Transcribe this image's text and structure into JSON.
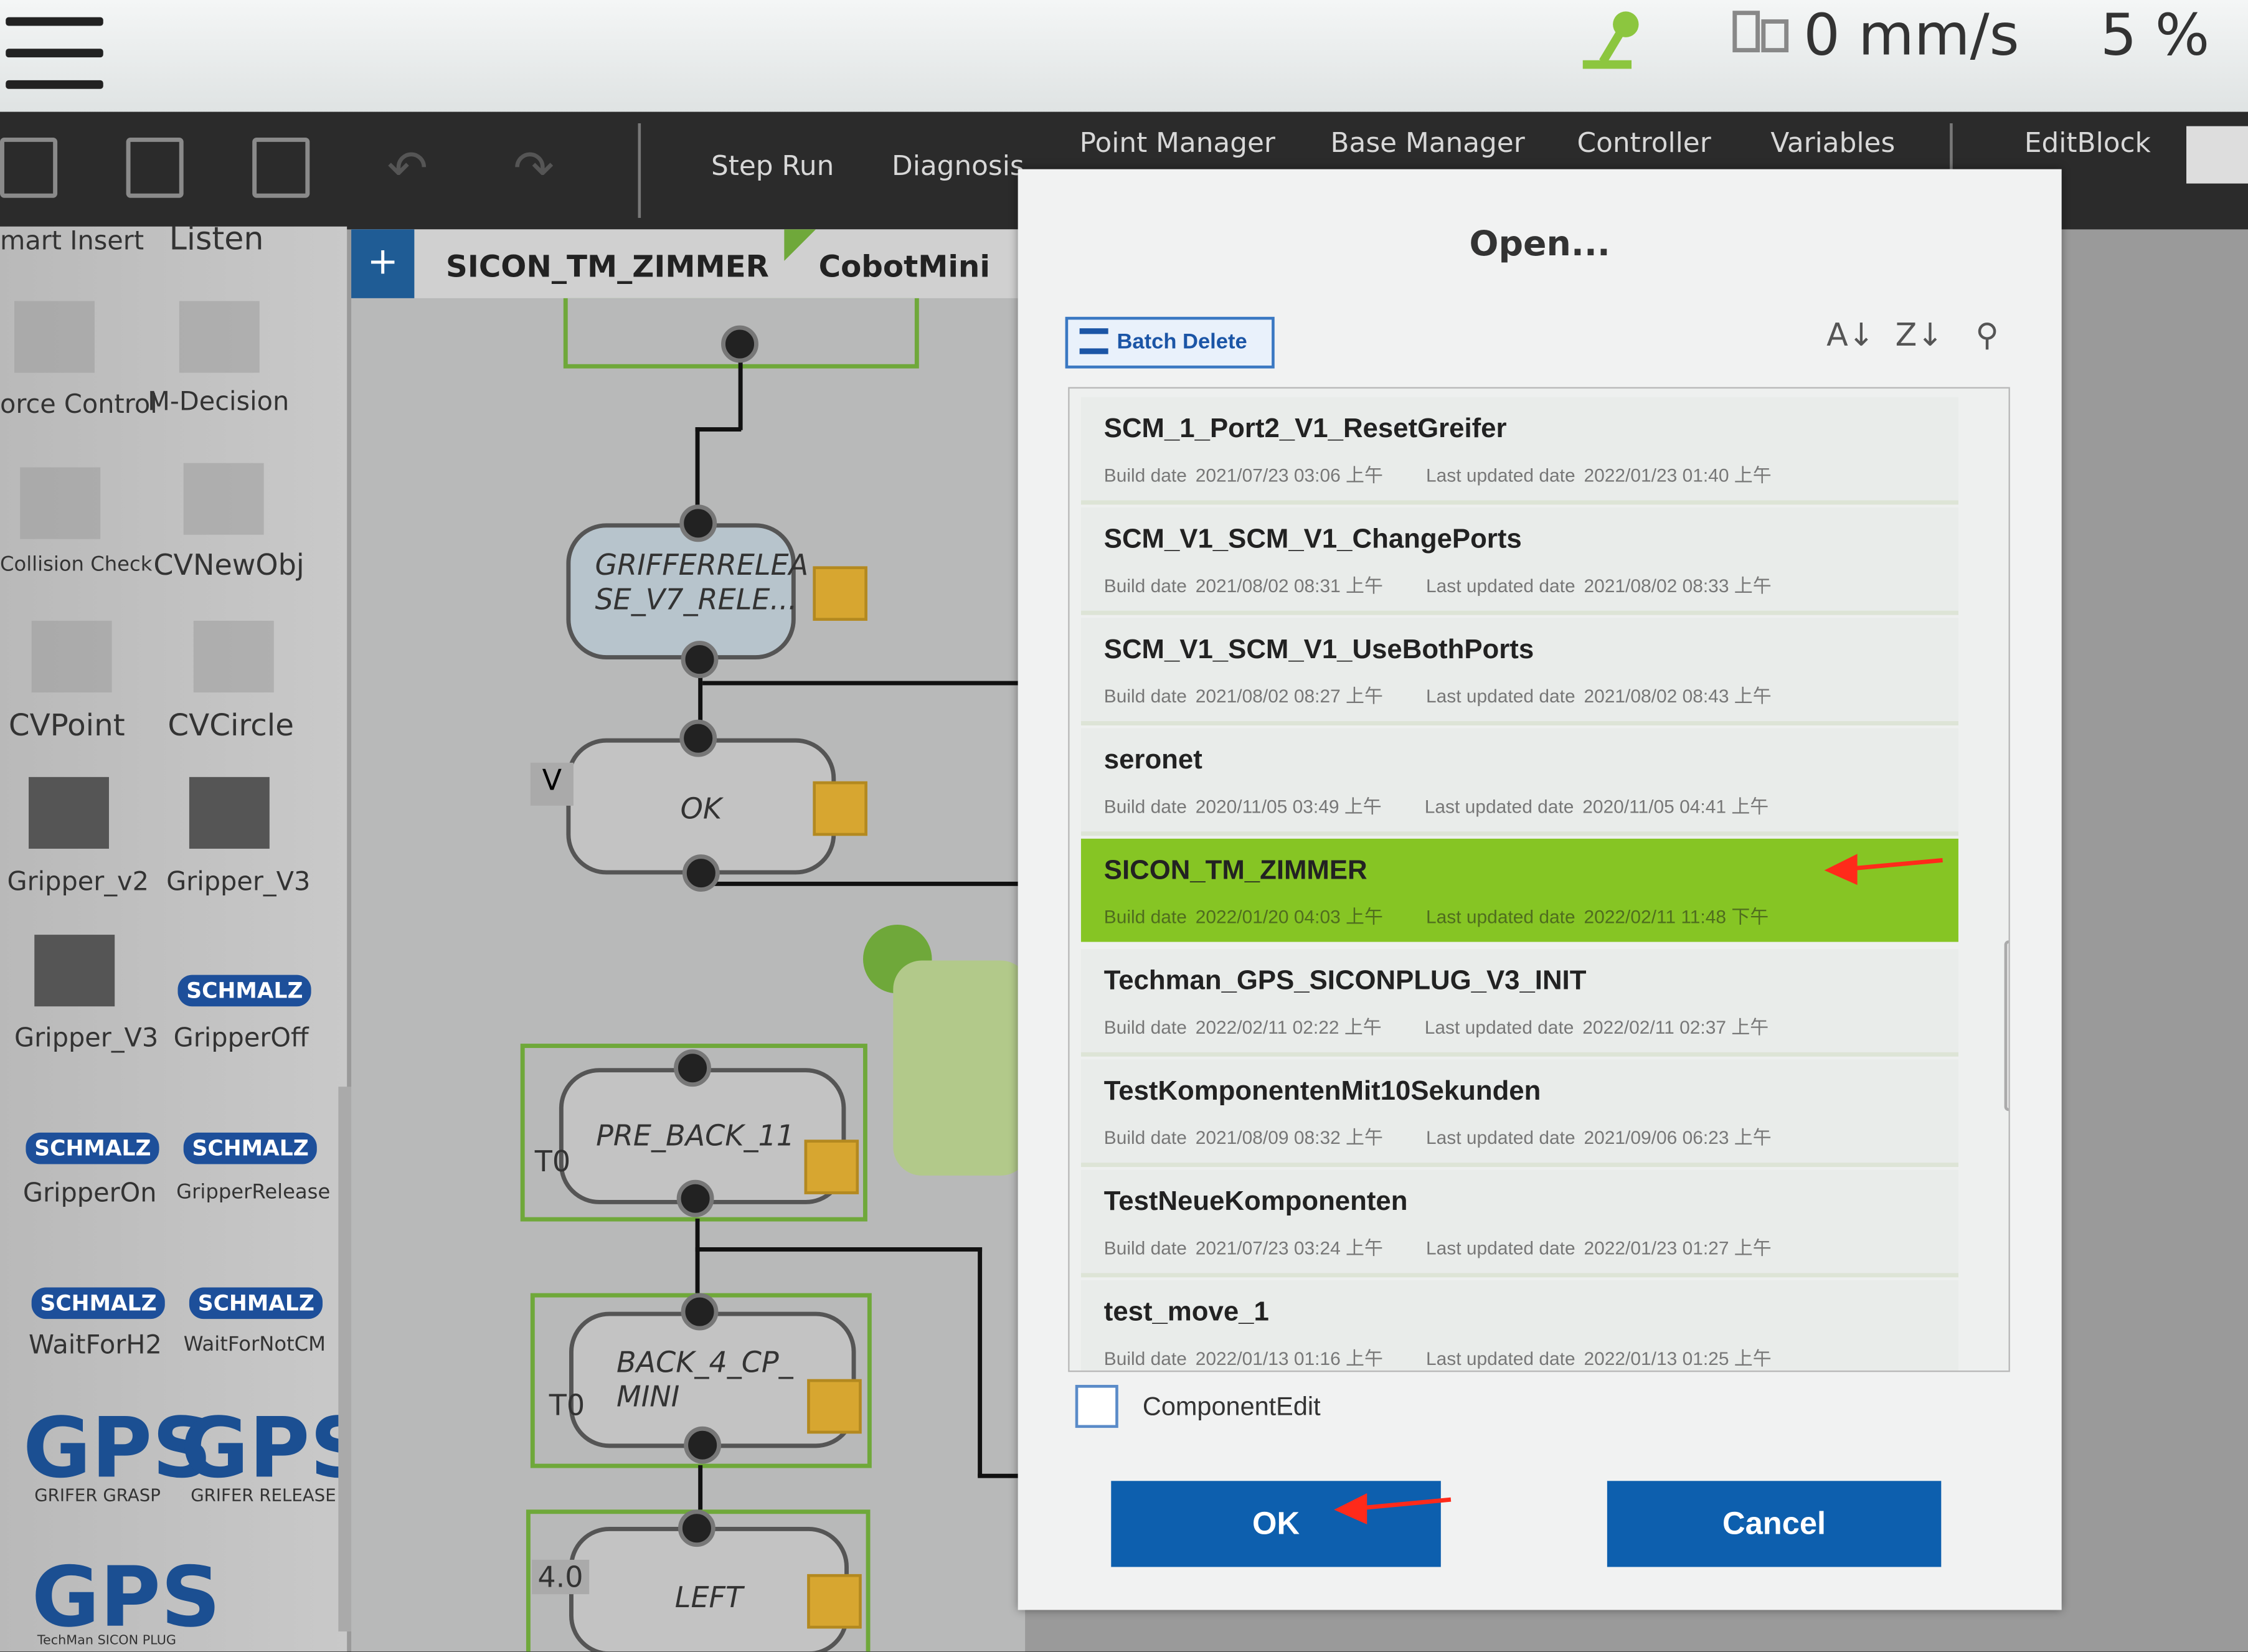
{
  "topbar": {
    "speed": "0 mm/s",
    "percent": "5 %"
  },
  "toolbar": {
    "menu": [
      "Step Run",
      "Diagnosis",
      "Point Manager",
      "Base Manager",
      "Controller",
      "Variables"
    ],
    "editblock": "EditBlock"
  },
  "palette": {
    "tabs": [
      "mart Insert",
      "Listen"
    ],
    "items": [
      "orce Control",
      "M-Decision",
      "Collision Check",
      "CVNewObj",
      "CVPoint",
      "CVCircle",
      "Gripper_v2",
      "Gripper_V3",
      "Gripper_V3",
      "GripperOff",
      "GripperOn",
      "GripperRelease",
      "WaitForH2",
      "WaitForNotCM"
    ],
    "schmalz": "SCHMALZ",
    "gps": "GPS",
    "grasp": "GRIFER GRASP",
    "release": "GRIFER RELEASE",
    "plug": "TechMan SICON PLUG"
  },
  "canvas": {
    "tabs": [
      "SICON_TM_ZIMMER",
      "CobotMini"
    ],
    "nodes": {
      "grif": "GRIFFERRELEA SE_V7_RELE...",
      "ok": "OK",
      "v": "V",
      "preback": "PRE_BACK_11",
      "back": "BACK_4_CP_ MINI",
      "left": "LEFT",
      "t0": "T0",
      "v4": "4.0"
    }
  },
  "dialog": {
    "title": "Open...",
    "batch_delete": "Batch Delete",
    "build_label": "Build date",
    "updated_label": "Last updated date",
    "items": [
      {
        "name": "SCM_1_Port2_V1_ResetGreifer",
        "build": "2021/07/23 03:06 上午",
        "updated": "2022/01/23 01:40 上午"
      },
      {
        "name": "SCM_V1_SCM_V1_ChangePorts",
        "build": "2021/08/02 08:31 上午",
        "updated": "2021/08/02 08:33 上午"
      },
      {
        "name": "SCM_V1_SCM_V1_UseBothPorts",
        "build": "2021/08/02 08:27 上午",
        "updated": "2021/08/02 08:43 上午"
      },
      {
        "name": "seronet",
        "build": "2020/11/05 03:49 上午",
        "updated": "2020/11/05 04:41 上午"
      },
      {
        "name": "SICON_TM_ZIMMER",
        "build": "2022/01/20 04:03 上午",
        "updated": "2022/02/11 11:48 下午",
        "selected": true
      },
      {
        "name": "Techman_GPS_SICONPLUG_V3_INIT",
        "build": "2022/02/11 02:22 上午",
        "updated": "2022/02/11 02:37 上午"
      },
      {
        "name": "TestKomponentenMit10Sekunden",
        "build": "2021/08/09 08:32 上午",
        "updated": "2021/09/06 06:23 上午"
      },
      {
        "name": "TestNeueKomponenten",
        "build": "2021/07/23 03:24 上午",
        "updated": "2022/01/23 01:27 上午"
      },
      {
        "name": "test_move_1",
        "build": "2022/01/13 01:16 上午",
        "updated": "2022/01/13 01:25 上午"
      }
    ],
    "component_edit": "ComponentEdit",
    "ok": "OK",
    "cancel": "Cancel"
  },
  "colors": {
    "selected": "#86c524",
    "button": "#0d5fae",
    "arrow": "#ff2a1a"
  }
}
